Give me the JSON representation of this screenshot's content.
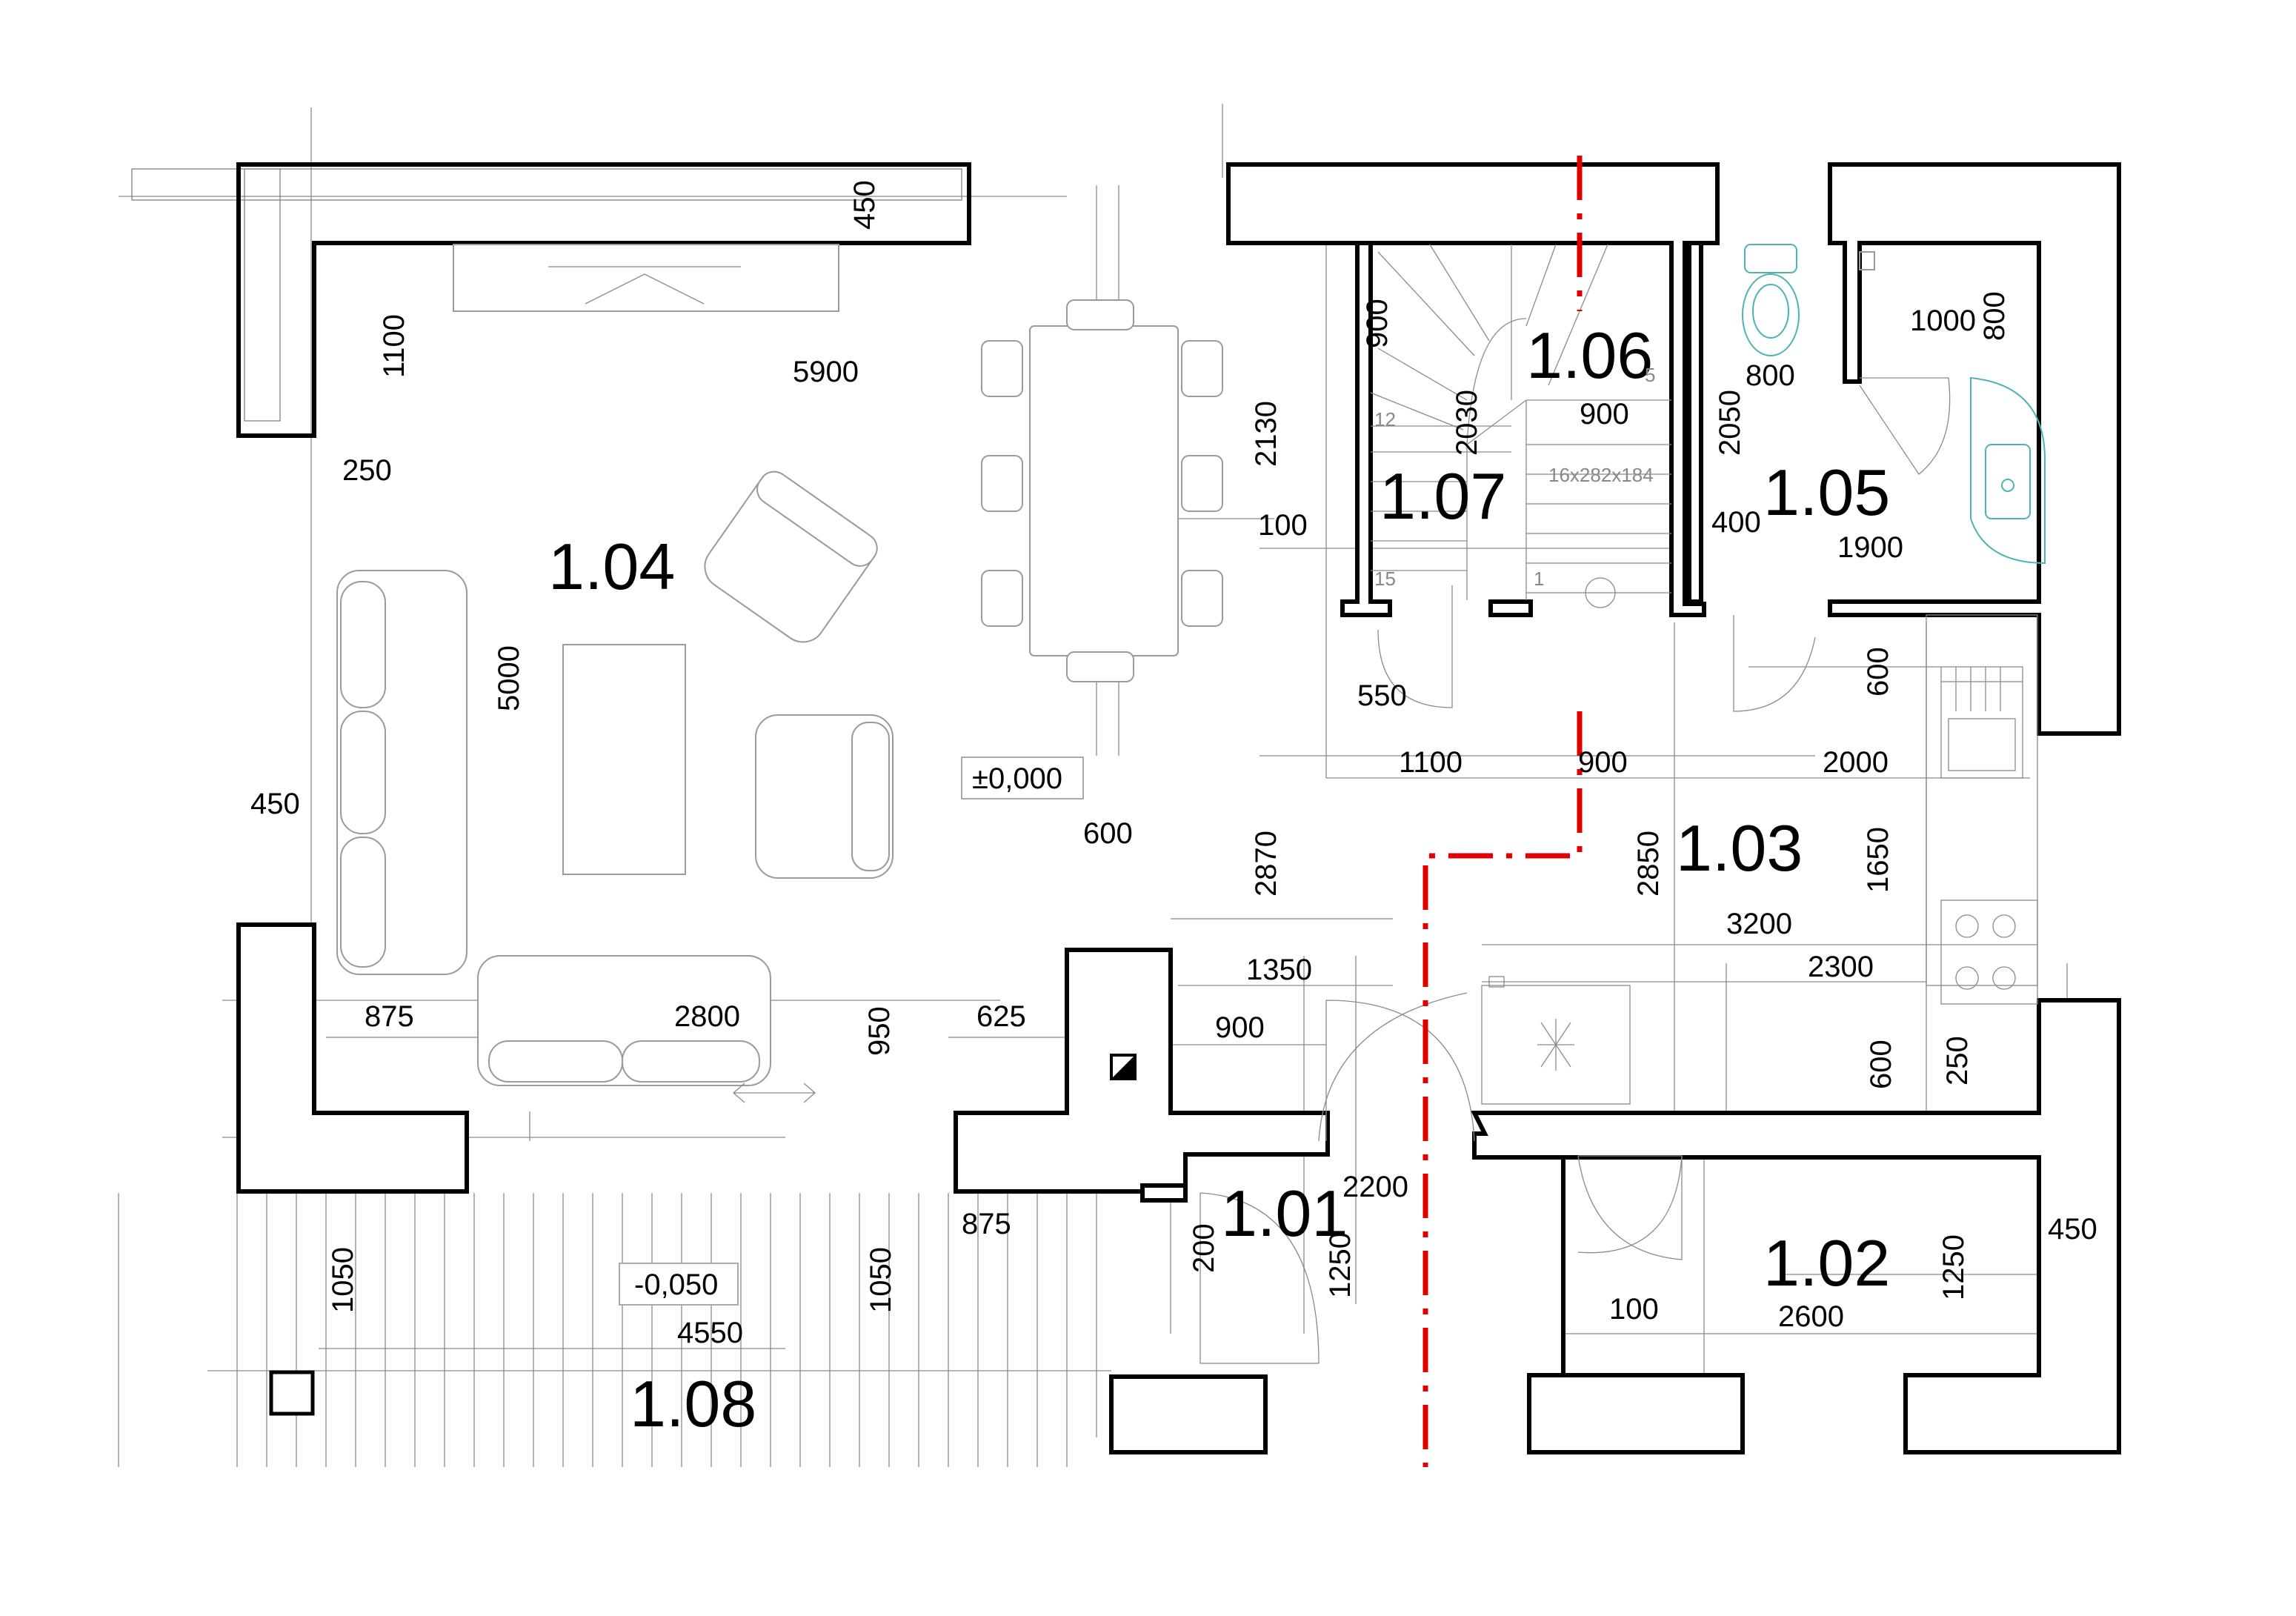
{
  "rooms": {
    "r101": "1.01",
    "r102": "1.02",
    "r103": "1.03",
    "r104": "1.04",
    "r105": "1.05",
    "r106": "1.06",
    "r107": "1.07",
    "r108": "1.08"
  },
  "levels": {
    "floor": "±0,000",
    "terrace": "-0,050"
  },
  "stairs": {
    "spec": "16x282x184",
    "step_first": "1",
    "step_5": "5",
    "step_12": "12",
    "step_15": "15"
  },
  "dimensions": {
    "d450_top": "450",
    "d1100_left": "1100",
    "d5900": "5900",
    "d250": "250",
    "d5000": "5000",
    "d450_left": "450",
    "d875_left": "875",
    "d2800": "2800",
    "d950": "950",
    "d625": "625",
    "d600_mid": "600",
    "d1350": "1350",
    "d900_hall": "900",
    "d2870": "2870",
    "d2130": "2130",
    "d100_left": "100",
    "d900_stair": "900",
    "d2030": "2030",
    "d900_106": "900",
    "d550": "550",
    "d1100_mid": "1100",
    "d900_mid": "900",
    "d2000": "2000",
    "d2050": "2050",
    "d800_105": "800",
    "d1000": "1000",
    "d800_right": "800",
    "d400": "400",
    "d1900": "1900",
    "d600_kitchen": "600",
    "d2850": "2850",
    "d1650": "1650",
    "d3200": "3200",
    "d2300": "2300",
    "d600_low": "600",
    "d250_low": "250",
    "d2200": "2200",
    "d200": "200",
    "d1250_101": "1250",
    "d875_low": "875",
    "d1050_left": "1050",
    "d1050_mid": "1050",
    "d4550": "4550",
    "d100_102": "100",
    "d2600": "2600",
    "d1250_102": "1250",
    "d450_right": "450"
  }
}
